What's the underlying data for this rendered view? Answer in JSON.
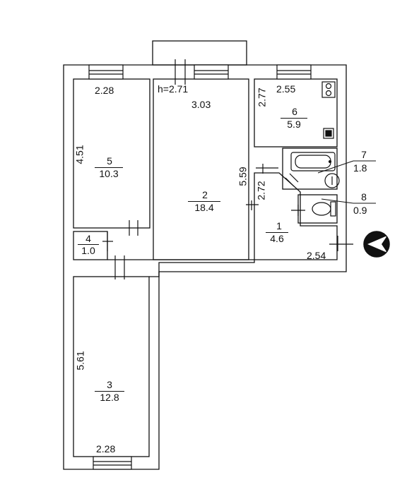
{
  "plan": {
    "ceiling_height": "h=2.71",
    "rooms": [
      {
        "id": "room-1",
        "number": "1",
        "area": "4.6"
      },
      {
        "id": "room-2",
        "number": "2",
        "area": "18.4"
      },
      {
        "id": "room-3",
        "number": "3",
        "area": "12.8"
      },
      {
        "id": "room-4",
        "number": "4",
        "area": "1.0"
      },
      {
        "id": "room-5",
        "number": "5",
        "area": "10.3"
      },
      {
        "id": "room-6",
        "number": "6",
        "area": "5.9"
      },
      {
        "id": "room-7",
        "number": "7",
        "area": "1.8"
      },
      {
        "id": "room-8",
        "number": "8",
        "area": "0.9"
      }
    ],
    "dimensions": {
      "room5_width": "2.28",
      "room5_length": "4.51",
      "room2_width": "3.03",
      "room2_length": "5.59",
      "room6_width": "2.55",
      "room6_length": "2.77",
      "hall_length": "2.72",
      "hall_width": "2.54",
      "room3_length": "5.61",
      "room3_width": "2.28"
    },
    "colors": {
      "wall": "#111111",
      "background": "#ffffff"
    },
    "icons": [
      "stove-icon",
      "sink-icon",
      "bathtub-icon",
      "toilet-icon",
      "north-arrow-icon"
    ]
  }
}
